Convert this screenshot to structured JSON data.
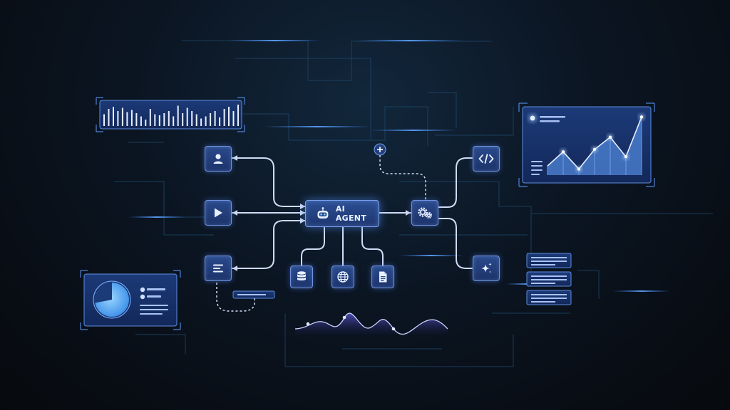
{
  "agent": {
    "label": "AI AGENT",
    "icon": "robot-icon"
  },
  "input_nodes": [
    {
      "name": "user",
      "icon": "user-icon"
    },
    {
      "name": "media",
      "icon": "play-icon"
    },
    {
      "name": "text",
      "icon": "text-lines-icon"
    }
  ],
  "resource_nodes": [
    {
      "name": "database",
      "icon": "database-icon"
    },
    {
      "name": "web",
      "icon": "globe-icon"
    },
    {
      "name": "document",
      "icon": "document-icon"
    }
  ],
  "output_nodes": [
    {
      "name": "settings",
      "icon": "gears-icon"
    },
    {
      "name": "code",
      "icon": "code-icon"
    },
    {
      "name": "ai-magic",
      "icon": "sparkle-icon"
    },
    {
      "name": "add",
      "icon": "plus-icon"
    }
  ],
  "decorations": {
    "bar_panel_levels": [
      0.55,
      0.8,
      0.9,
      0.7,
      0.85,
      0.65,
      0.75,
      0.6,
      0.45,
      0.3,
      0.8,
      0.55,
      0.5,
      0.6,
      0.7,
      0.45,
      0.95,
      0.6,
      0.85,
      0.7,
      0.55,
      0.35,
      0.45,
      0.6,
      0.7,
      0.4,
      0.8,
      0.9,
      0.7,
      1.0
    ],
    "pie_share": 0.72,
    "line_chart_levels": [
      0.15,
      0.38,
      0.1,
      0.42,
      0.62,
      0.3,
      0.95
    ]
  },
  "colors": {
    "accent": "#4a8dff",
    "node_fill": "#22407e",
    "connector": "#d0dcf5",
    "glow": "#3b7dff"
  }
}
